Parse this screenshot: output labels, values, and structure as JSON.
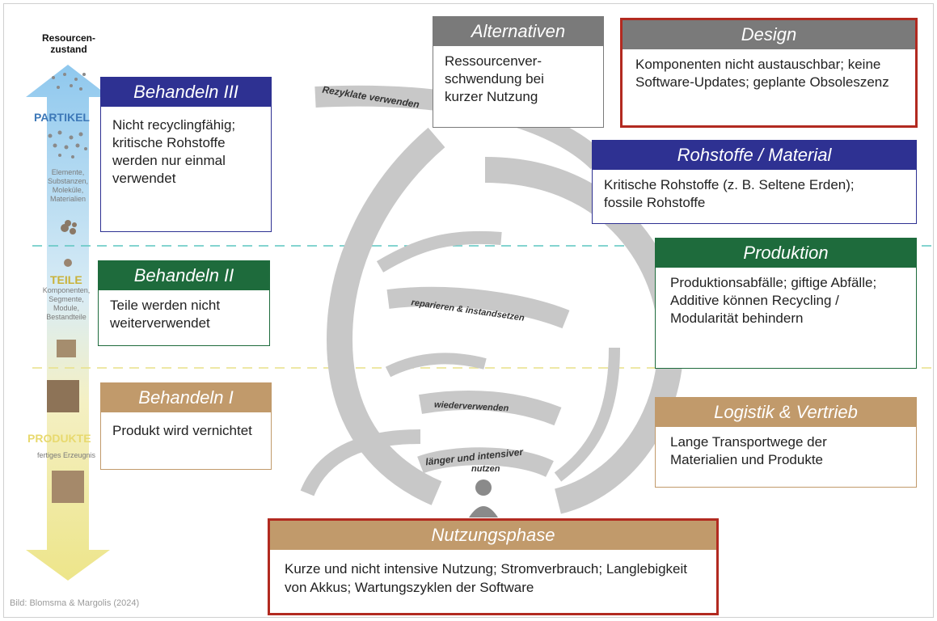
{
  "colors": {
    "blue": "#2e3192",
    "green": "#1e6b3c",
    "tan": "#c19a6b",
    "gray": "#7a7a7a",
    "red_border": "#b22a20",
    "teal_dash": "#5cc5c0",
    "yellow_dash": "#e8e089"
  },
  "left_axis": {
    "title": "Resourcen-\nzustand",
    "partikel": "PARTIKEL",
    "partikel_desc": "Elemente,\nSubstanzen,\nMoleküle,\nMaterialien",
    "teile": "TEILE",
    "teile_desc": "Komponenten,\nSegmente,\nModule,\nBestandteile",
    "produkte": "PRODUKTE",
    "produkte_desc": "fertiges Erzeugnis"
  },
  "cycle_labels": {
    "recycle": "Rezyklate verwenden",
    "repair": "reparieren & instandsetzen",
    "reuse": "wiederverwenden",
    "longer": "länger und intensiver",
    "use": "nutzen"
  },
  "cards": {
    "behandeln3": {
      "title": "Behandeln III",
      "text": "Nicht recyclingfähig; kritische Rohstoffe werden nur einmal verwendet"
    },
    "behandeln2": {
      "title": "Behandeln II",
      "text": "Teile werden nicht weiterverwendet"
    },
    "behandeln1": {
      "title": "Behandeln I",
      "text": "Produkt wird vernichtet"
    },
    "alternativen": {
      "title": "Alternativen",
      "text": "Ressourcenver-schwendung bei kurzer Nutzung"
    },
    "design": {
      "title": "Design",
      "text": "Komponenten nicht austauschbar; keine Software-Updates; geplante Obsoleszenz"
    },
    "rohstoffe": {
      "title": "Rohstoffe / Material",
      "text": "Kritische Rohstoffe (z. B. Seltene Erden); fossile Rohstoffe"
    },
    "produktion": {
      "title": "Produktion",
      "text": "Produktionsabfälle; giftige Abfälle; Additive können Recycling / Modularität behindern"
    },
    "logistik": {
      "title": "Logistik & Vertrieb",
      "text": "Lange Transportwege der Materialien und Produkte"
    },
    "nutzung": {
      "title": "Nutzungsphase",
      "text": "Kurze und nicht intensive Nutzung; Stromverbrauch; Langlebigkeit von Akkus; Wartungszyklen der Software"
    }
  },
  "credit": "Bild: Blomsma & Margolis (2024)"
}
